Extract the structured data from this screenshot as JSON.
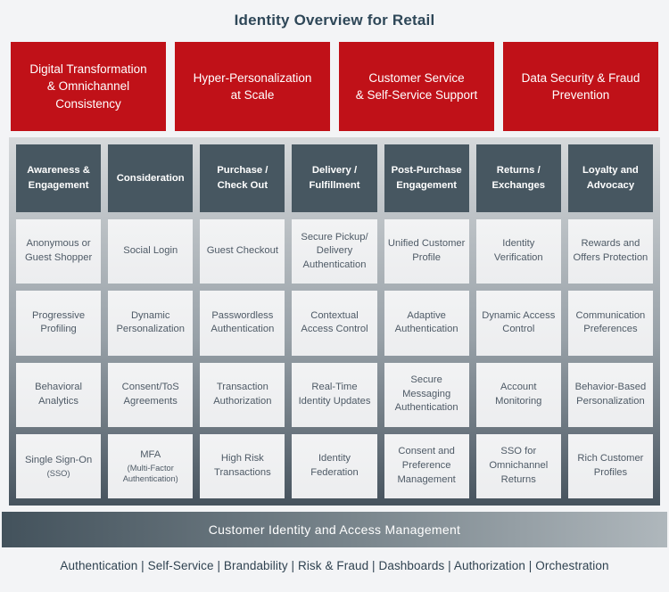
{
  "title": "Identity Overview for Retail",
  "colors": {
    "accent_red": "#c01118",
    "slate_header": "#475761",
    "grid_gradient_top": "#d6d9db",
    "grid_gradient_bottom": "#46535e",
    "bar_gradient_start": "#43525c",
    "bar_gradient_end": "#afb7bc",
    "cell_bg": "#f1f2f3",
    "page_bg": "#f3f4f6"
  },
  "pillars": [
    "Digital Transformation & Omnichannel Consistency",
    "Hyper-Personalization at Scale",
    "Customer Service & Self-Service Support",
    "Data Security & Fraud Prevention"
  ],
  "journey": {
    "columns": [
      {
        "header": "Awareness & Engagement",
        "cells": [
          {
            "text": "Anonymous or Guest Shopper"
          },
          {
            "text": "Progressive Profiling"
          },
          {
            "text": "Behavioral Analytics"
          },
          {
            "text": "Single Sign-On",
            "sub": "(SSO)"
          }
        ]
      },
      {
        "header": "Consideration",
        "cells": [
          {
            "text": "Social Login"
          },
          {
            "text": "Dynamic Personalization"
          },
          {
            "text": "Consent/ToS Agreements"
          },
          {
            "text": "MFA",
            "sub": "(Multi-Factor Authentication)"
          }
        ]
      },
      {
        "header": "Purchase / Check Out",
        "cells": [
          {
            "text": "Guest Checkout"
          },
          {
            "text": "Passwordless Authentication"
          },
          {
            "text": "Transaction Authorization"
          },
          {
            "text": "High Risk Transactions"
          }
        ]
      },
      {
        "header": "Delivery / Fulfillment",
        "cells": [
          {
            "text": "Secure Pickup/ Delivery Authentication"
          },
          {
            "text": "Contextual Access Control"
          },
          {
            "text": "Real-Time Identity Updates"
          },
          {
            "text": "Identity Federation"
          }
        ]
      },
      {
        "header": "Post-Purchase Engagement",
        "cells": [
          {
            "text": "Unified Customer Profile"
          },
          {
            "text": "Adaptive Authentication"
          },
          {
            "text": "Secure Messaging Authentication"
          },
          {
            "text": "Consent and Preference Management"
          }
        ]
      },
      {
        "header": "Returns / Exchanges",
        "cells": [
          {
            "text": "Identity Verification"
          },
          {
            "text": "Dynamic Access Control"
          },
          {
            "text": "Account Monitoring"
          },
          {
            "text": "SSO for Omnichannel Returns"
          }
        ]
      },
      {
        "header": "Loyalty and Advocacy",
        "cells": [
          {
            "text": "Rewards and Offers Protection"
          },
          {
            "text": "Communication Preferences"
          },
          {
            "text": "Behavior-Based Personalization"
          },
          {
            "text": "Rich Customer Profiles"
          }
        ]
      }
    ]
  },
  "ciam_bar": "Customer Identity and Access Management",
  "footer": "Authentication | Self-Service | Brandability | Risk & Fraud | Dashboards | Authorization | Orchestration"
}
